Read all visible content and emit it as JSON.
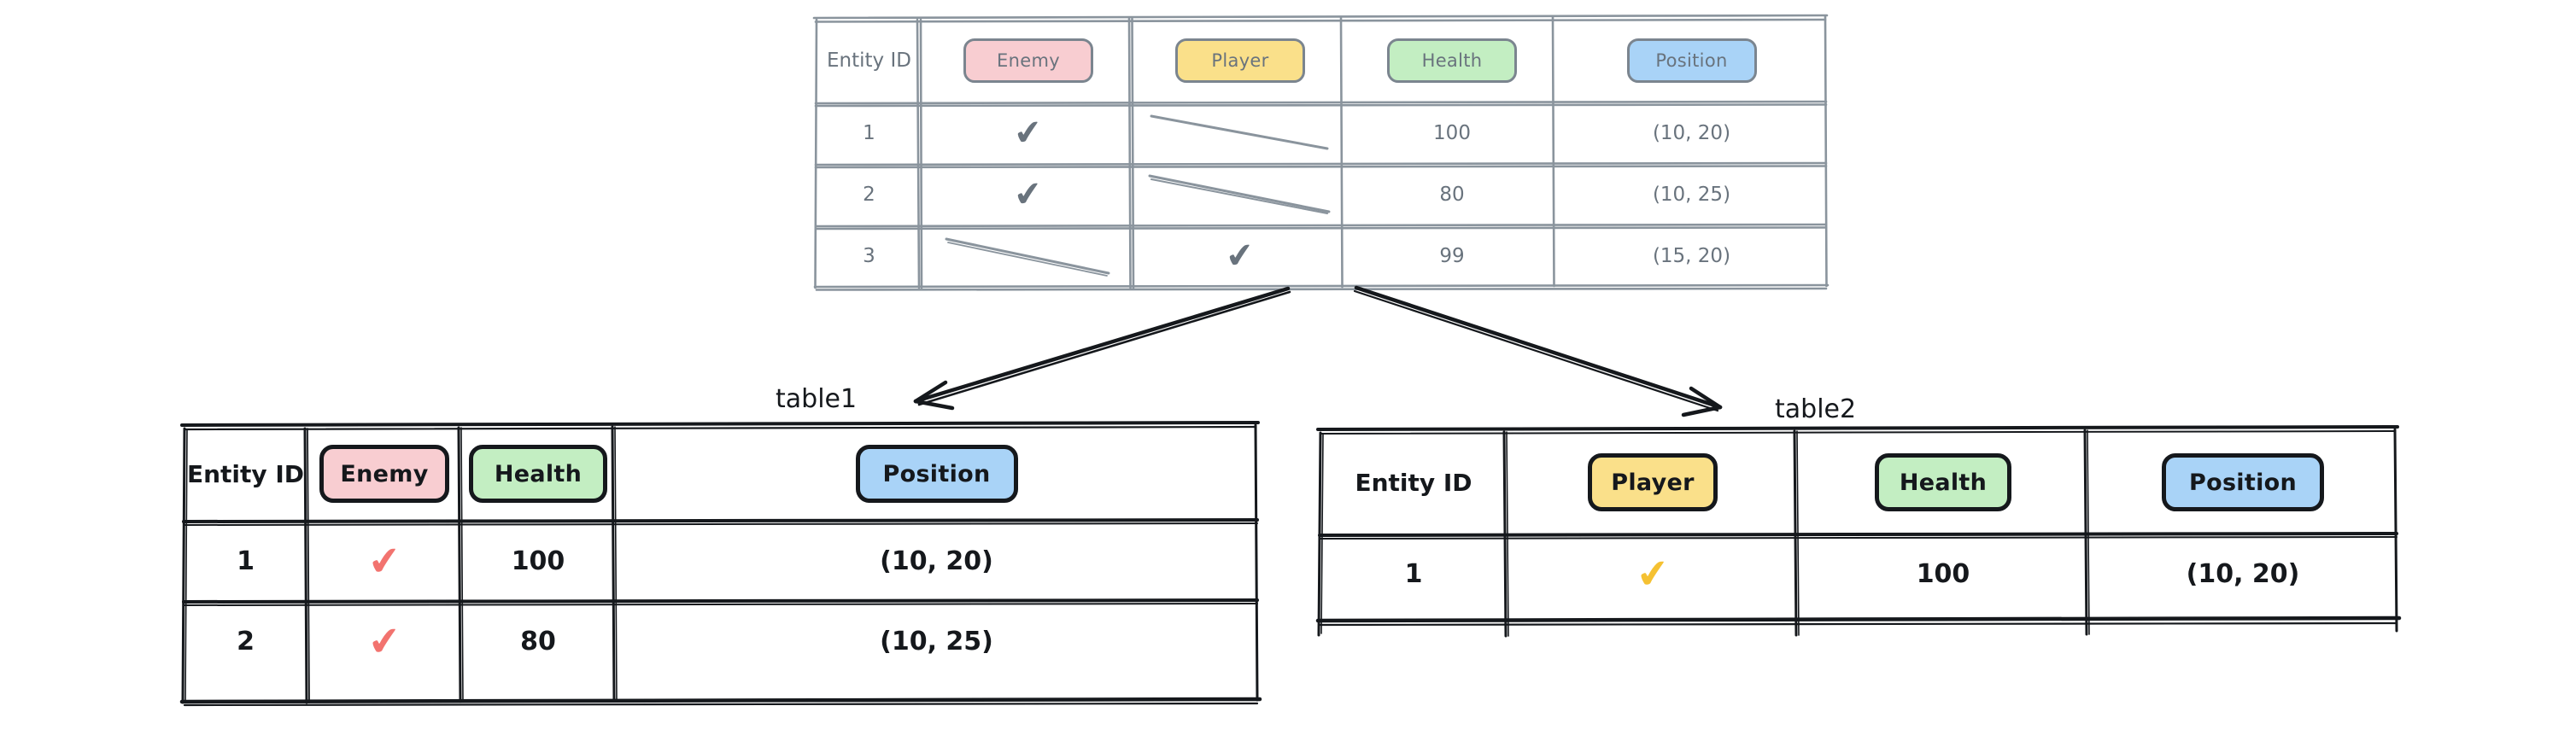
{
  "diagram": {
    "type": "table-decomposition",
    "labels": {
      "branch_left": "table1",
      "branch_right": "table2"
    }
  },
  "colors": {
    "pill_pink": "#f8cdd1",
    "pill_yellow": "#fae08a",
    "pill_green": "#c3eec2",
    "pill_blue": "#a9d3f7",
    "ink_dark": "#15181c",
    "ink_faded": "#69737d",
    "value_health": "#2e9a35",
    "value_position": "#4aa3f0",
    "check_red": "#f2736f",
    "check_yellow": "#f5c132",
    "check_gray": "#69737d"
  },
  "source_table": {
    "columns": [
      {
        "label": "Entity ID",
        "style": "plain"
      },
      {
        "label": "Enemy",
        "style": "pill-pink"
      },
      {
        "label": "Player",
        "style": "pill-yellow"
      },
      {
        "label": "Health",
        "style": "pill-green"
      },
      {
        "label": "Position",
        "style": "pill-blue"
      }
    ],
    "rows": [
      {
        "entity_id": "1",
        "enemy": "check",
        "player": "dash",
        "health": "100",
        "position": "(10, 20)"
      },
      {
        "entity_id": "2",
        "enemy": "check",
        "player": "dash",
        "health": "80",
        "position": "(10, 25)"
      },
      {
        "entity_id": "3",
        "enemy": "dash",
        "player": "check",
        "health": "99",
        "position": "(15, 20)"
      }
    ]
  },
  "table1": {
    "name": "table1",
    "columns": [
      {
        "label": "Entity ID",
        "style": "plain"
      },
      {
        "label": "Enemy",
        "style": "pill-pink"
      },
      {
        "label": "Health",
        "style": "pill-green"
      },
      {
        "label": "Position",
        "style": "pill-blue"
      }
    ],
    "rows": [
      {
        "entity_id": "1",
        "enemy": "check",
        "health": "100",
        "position": "(10, 20)"
      },
      {
        "entity_id": "2",
        "enemy": "check",
        "health": "80",
        "position": "(10, 25)"
      }
    ]
  },
  "table2": {
    "name": "table2",
    "columns": [
      {
        "label": "Entity ID",
        "style": "plain"
      },
      {
        "label": "Player",
        "style": "pill-yellow"
      },
      {
        "label": "Health",
        "style": "pill-green"
      },
      {
        "label": "Position",
        "style": "pill-blue"
      }
    ],
    "rows": [
      {
        "entity_id": "1",
        "player": "check",
        "health": "100",
        "position": "(10, 20)"
      }
    ]
  }
}
